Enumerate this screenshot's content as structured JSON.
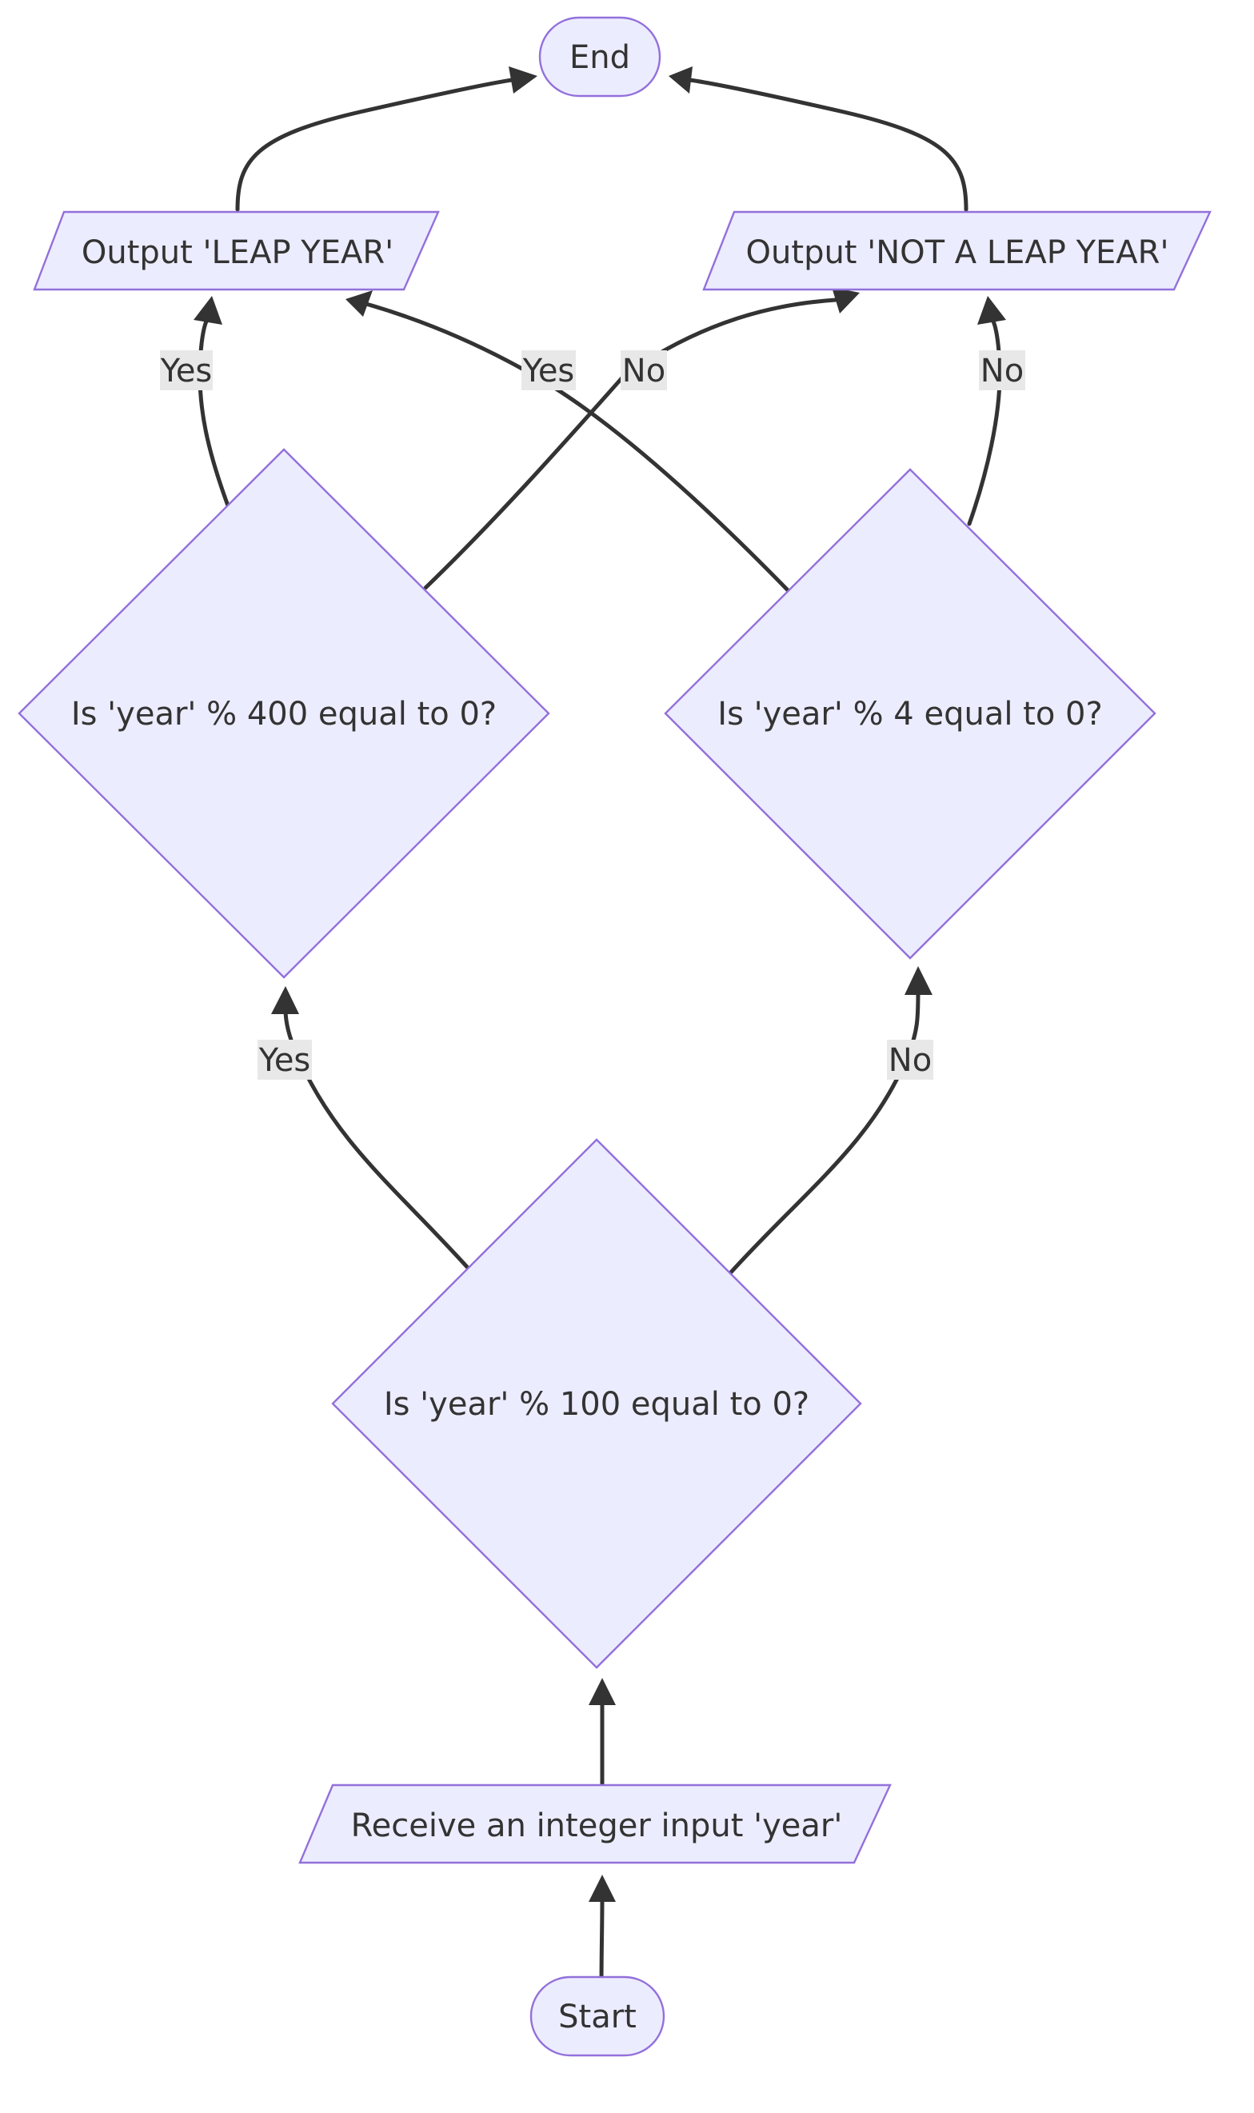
{
  "colors": {
    "node_fill": "#ececff",
    "node_stroke": "#9370db",
    "edge": "#333333",
    "text": "#333333",
    "label_background": "#e8e8e8"
  },
  "nodes": {
    "end": "End",
    "output_leap": "Output 'LEAP YEAR'",
    "output_not_leap": "Output 'NOT A LEAP YEAR'",
    "check_400": "Is 'year' % 400 equal to 0?",
    "check_4": "Is 'year' % 4 equal to 0?",
    "check_100": "Is 'year' % 100 equal to 0?",
    "input": "Receive an integer input 'year'",
    "start": "Start"
  },
  "edge_labels": {
    "check400_yes": "Yes",
    "check4_yes": "Yes",
    "check400_no": "No",
    "check4_no": "No",
    "check100_yes": "Yes",
    "check100_no": "No"
  }
}
